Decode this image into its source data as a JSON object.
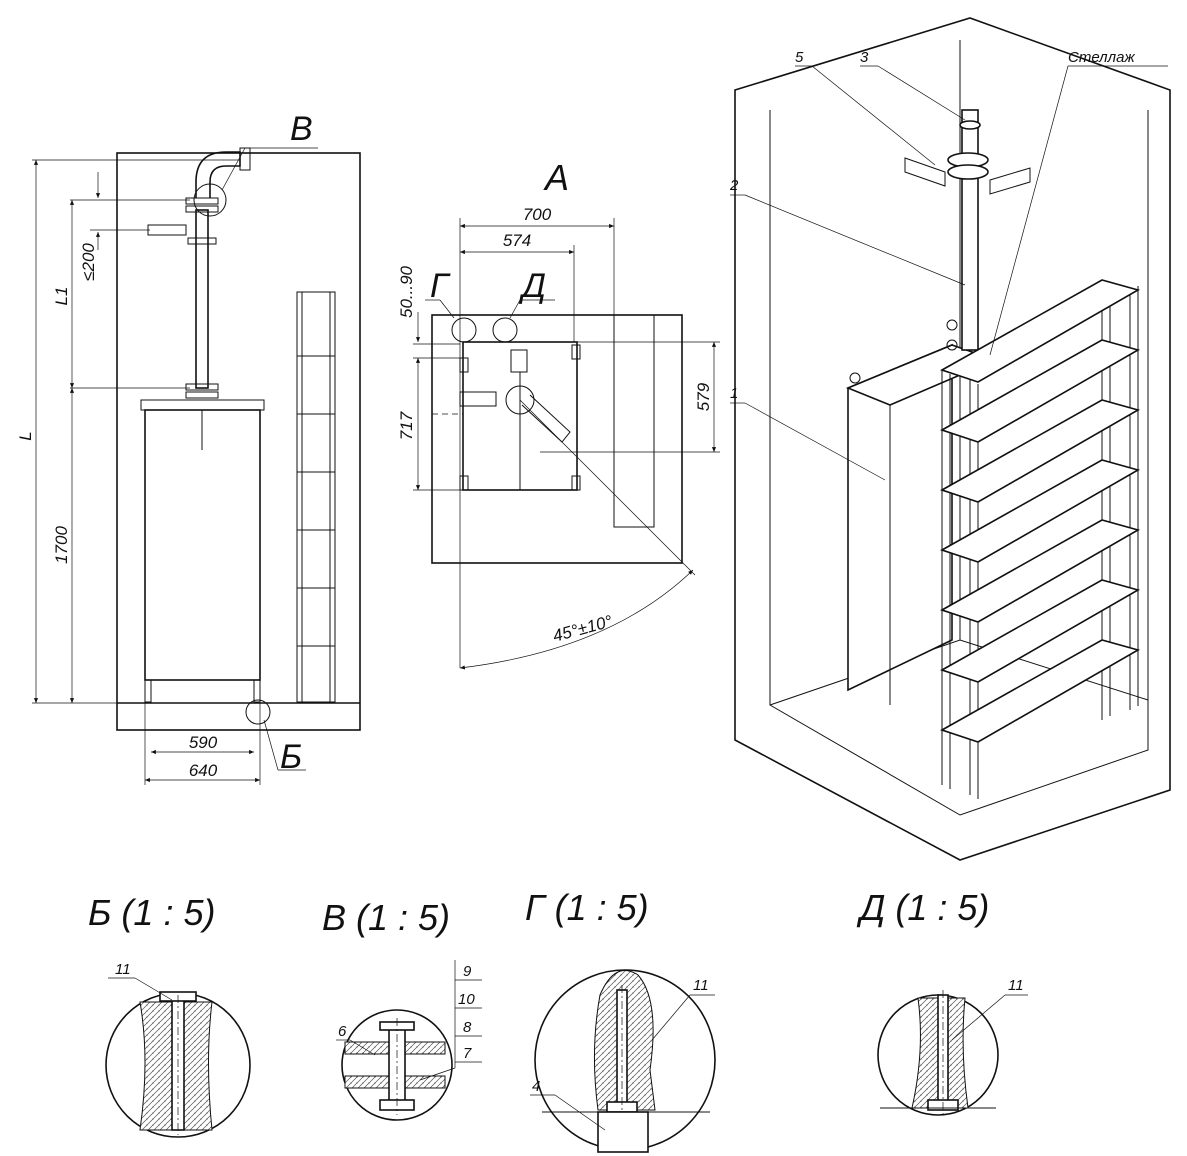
{
  "views": {
    "side": {
      "dims": {
        "L": "L",
        "L1": "L1",
        "max_200": "≤200",
        "h_1700": "1700",
        "w_590": "590",
        "w_640": "640"
      },
      "callouts": {
        "B_ru": "В",
        "Be": "Б"
      }
    },
    "plan": {
      "title": "А",
      "dims": {
        "w_700": "700",
        "w_574": "574",
        "h_50_90": "50...90",
        "h_717": "717",
        "h_579": "579",
        "angle": "45°±10°"
      },
      "callouts": {
        "G": "Г",
        "D": "Д"
      }
    },
    "iso": {
      "labels": {
        "p1": "1",
        "p2": "2",
        "p3": "3",
        "p5": "5",
        "rack": "Стеллаж"
      }
    }
  },
  "details": [
    {
      "title": "Б (1 : 5)",
      "labels": [
        "11"
      ]
    },
    {
      "title": "В (1 : 5)",
      "labels": [
        "9",
        "10",
        "8",
        "7",
        "6"
      ]
    },
    {
      "title": "Г (1 : 5)",
      "labels": [
        "11",
        "4"
      ]
    },
    {
      "title": "Д (1 : 5)",
      "labels": [
        "11"
      ]
    }
  ]
}
